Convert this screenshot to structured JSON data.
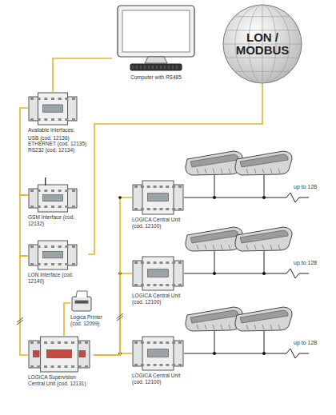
{
  "diagram": {
    "nodes": [
      {
        "text": [
          "Computer with RS485"
        ]
      },
      {
        "text": [
          "LON / MODBUS"
        ]
      },
      {
        "text": [
          "Available Interfaces:",
          "USB (cod. 12136) ETHERNET (cod. 12135) RS232 (cod. 12134)"
        ]
      },
      {
        "text": [
          "GSM Interface (cod. 12132)"
        ]
      },
      {
        "text": [
          "LOGICA Central Unit (cod. 12100)"
        ]
      },
      {
        "text": [
          "LON Interface (cod. 12140)"
        ]
      },
      {
        "text": [
          "LOGICA Central Unit (cod. 12100)"
        ]
      },
      {
        "text": [
          "Logica Printer (cod. 12099)"
        ]
      },
      {
        "text": [
          "LOGICA Supervision Central Unit (cod. 12131)"
        ]
      },
      {
        "text": [
          "LOGICA Central Unit (cod. 12100)"
        ]
      }
    ],
    "edges": [
      {
        "from": 0,
        "to": 2,
        "arrow": "none"
      },
      {
        "from": 2,
        "to": 3,
        "arrow": "none"
      },
      {
        "from": 3,
        "to": 5,
        "arrow": "none"
      },
      {
        "from": 5,
        "to": 8,
        "arrow": "none"
      },
      {
        "from": 1,
        "to": 5,
        "arrow": "none"
      },
      {
        "from": 7,
        "to": 8,
        "arrow": "none"
      },
      {
        "from": 8,
        "to": 9,
        "arrow": "none"
      },
      {
        "from": 8,
        "to": 6,
        "arrow": "none"
      },
      {
        "from": 8,
        "to": 4,
        "arrow": "none"
      }
    ],
    "labels": [
      "up to 128",
      "up to 128",
      "up to 128"
    ]
  }
}
